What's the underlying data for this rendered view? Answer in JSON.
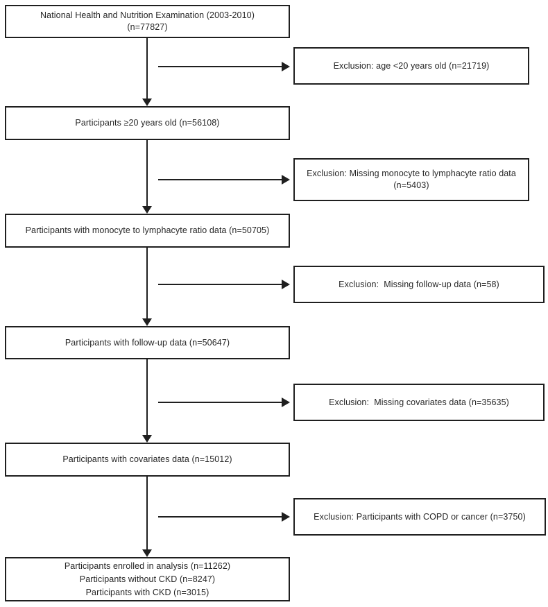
{
  "flowchart": {
    "description": "NHANES participant selection flow diagram",
    "colors": {
      "border": "#1f1f1f",
      "text": "#262626",
      "background": "#ffffff"
    },
    "main_boxes": [
      {
        "name": "nhanes-source",
        "lines": [
          "National Health and Nutrition Examination (2003-2010)",
          "(n=77827)"
        ]
      },
      {
        "name": "age-filtered",
        "lines": [
          "Participants ≥20 years old (n=56108)"
        ]
      },
      {
        "name": "mlr-data",
        "lines": [
          "Participants with monocyte to lymphacyte ratio data (n=50705)"
        ]
      },
      {
        "name": "followup-data",
        "lines": [
          "Participants with follow-up data (n=50647)"
        ]
      },
      {
        "name": "covariates-data",
        "lines": [
          "Participants with covariates data (n=15012)"
        ]
      },
      {
        "name": "final-analysis",
        "lines": [
          "Participants enrolled in analysis (n=11262)",
          "Participants without CKD (n=8247)",
          "Participants with CKD (n=3015)"
        ]
      }
    ],
    "exclusion_boxes": [
      {
        "name": "exclusion-age",
        "lines": [
          "Exclusion: age <20 years old (n=21719)"
        ]
      },
      {
        "name": "exclusion-mlr",
        "lines": [
          "Exclusion: Missing monocyte to lymphacyte ratio data",
          "(n=5403)"
        ]
      },
      {
        "name": "exclusion-followup",
        "lines": [
          "Exclusion:  Missing follow-up data (n=58)"
        ]
      },
      {
        "name": "exclusion-covariates",
        "lines": [
          "Exclusion:  Missing covariates data (n=35635)"
        ]
      },
      {
        "name": "exclusion-copd-cancer",
        "lines": [
          "Exclusion: Participants with COPD or cancer (n=3750)"
        ]
      }
    ]
  }
}
